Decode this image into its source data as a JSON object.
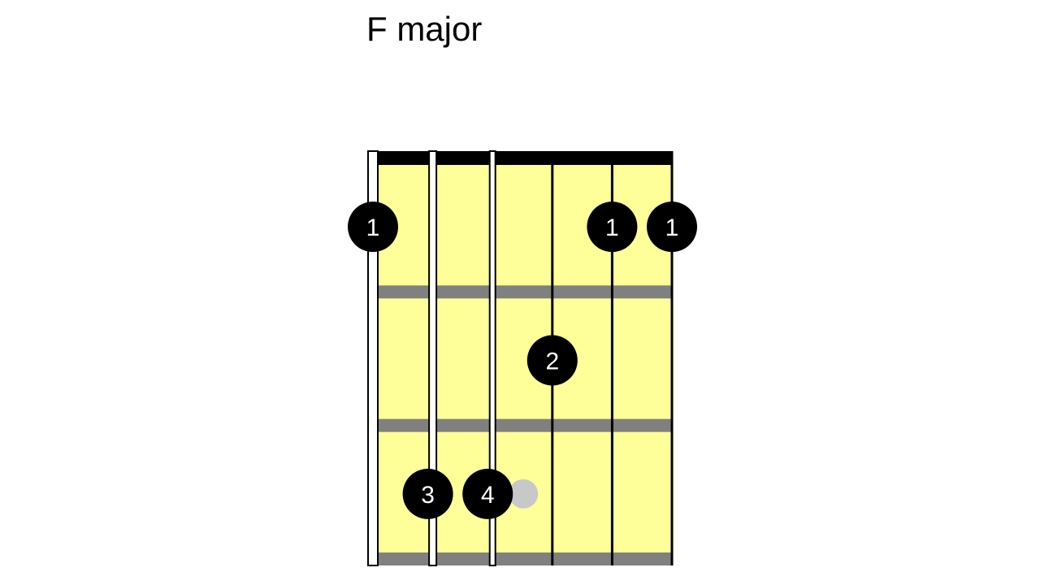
{
  "title": "F major",
  "colors": {
    "fretboard": "#ffff99",
    "fret": "#808080",
    "nut": "#000000",
    "string": "#000000",
    "finger_dot": "#000000",
    "finger_text": "#ffffff",
    "ghost_dot": "#c8c8c8"
  },
  "strings": 6,
  "frets": 3,
  "fingers": [
    {
      "string": 1,
      "fret": 1,
      "label": "1"
    },
    {
      "string": 5,
      "fret": 1,
      "label": "1"
    },
    {
      "string": 6,
      "fret": 1,
      "label": "1"
    },
    {
      "string": 4,
      "fret": 2,
      "label": "2"
    },
    {
      "string": 2,
      "fret": 3,
      "label": "3"
    },
    {
      "string": 3,
      "fret": 3,
      "label": "4"
    }
  ],
  "ghost_marks": [
    {
      "string": 3,
      "fret": 3
    }
  ]
}
